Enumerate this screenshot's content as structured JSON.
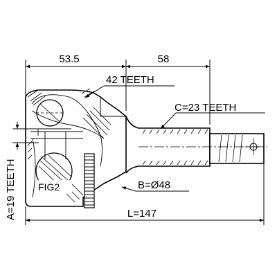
{
  "dimensions": {
    "length_a": "53.5",
    "length_b": "58",
    "outer_spline": "42 TEETH",
    "shaft_spline": "C=23 TEETH",
    "inner_spline": "A=19 TEETH",
    "diameter": "B=Ø48",
    "total_length": "L=147"
  },
  "callouts": {
    "figure_ref": "FIG2"
  },
  "colors": {
    "line": "#000000",
    "background": "#ffffff"
  }
}
